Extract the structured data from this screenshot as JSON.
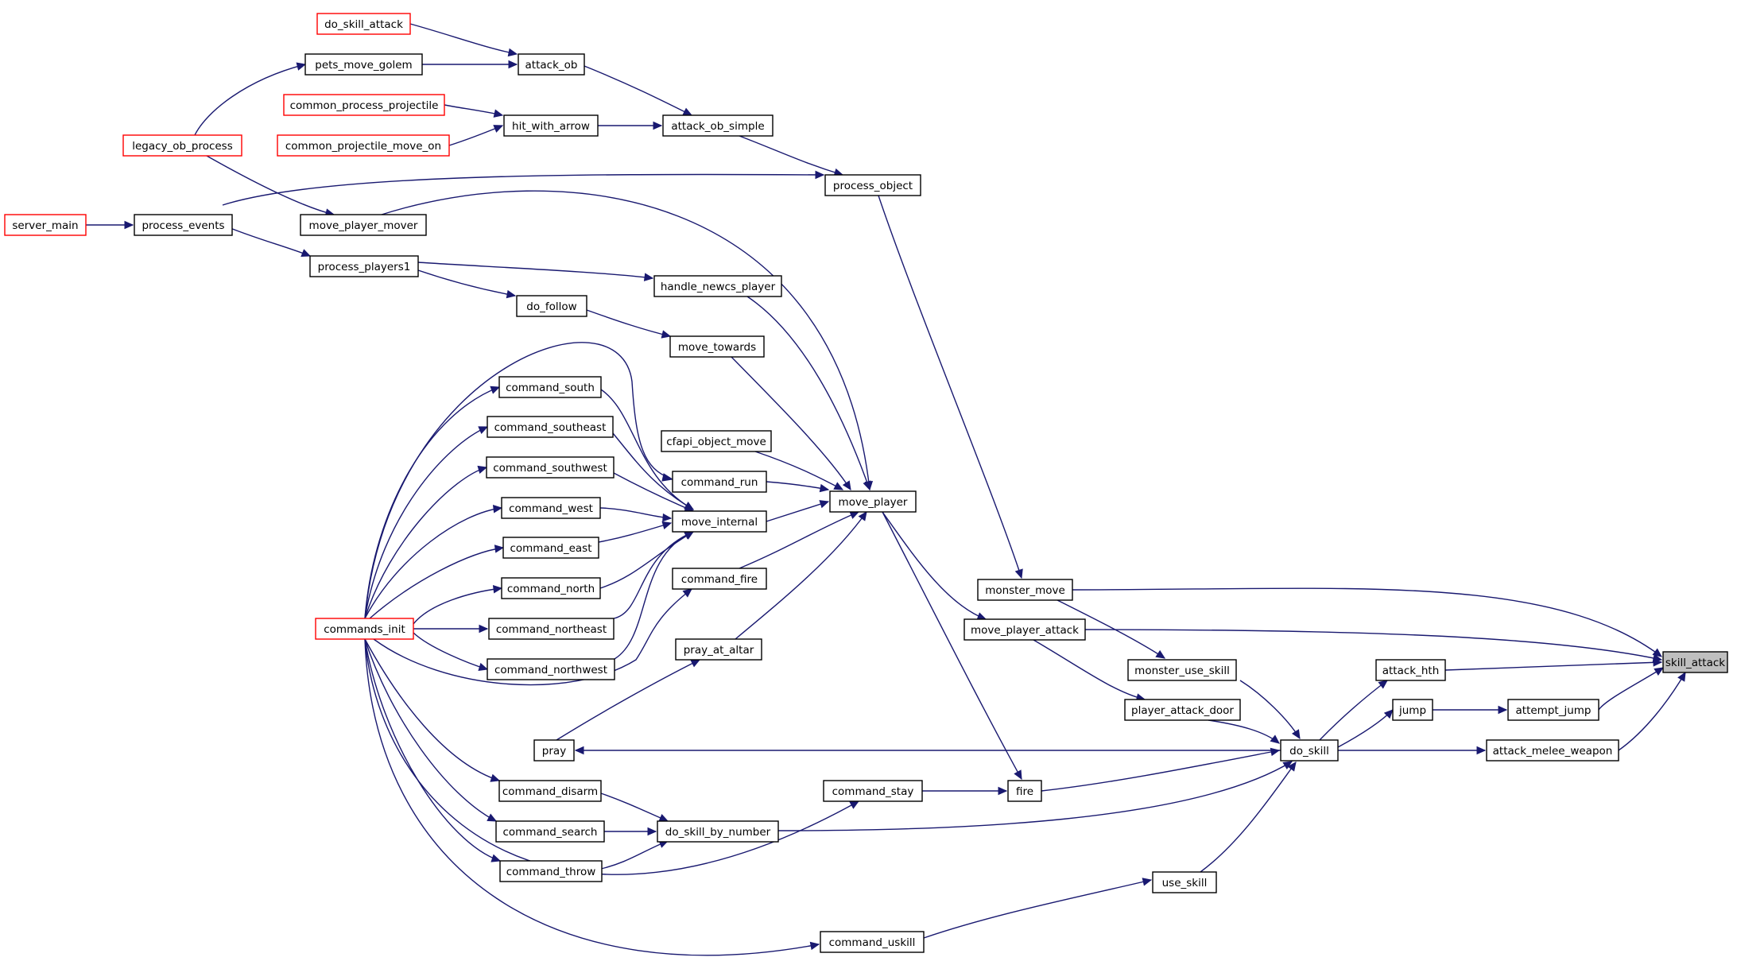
{
  "colors": {
    "edge": "#191970",
    "node_border": "#000000",
    "node_border_truncated": "#ff0000",
    "node_fill": "#ffffff",
    "focus_fill": "#bfbfbf"
  },
  "nodes": [
    {
      "id": "skill_attack",
      "label": "skill_attack",
      "style": "focus"
    },
    {
      "id": "monster_move",
      "label": "monster_move",
      "style": "normal"
    },
    {
      "id": "move_player_attack",
      "label": "move_player_attack",
      "style": "normal"
    },
    {
      "id": "attack_hth",
      "label": "attack_hth",
      "style": "normal"
    },
    {
      "id": "attempt_jump",
      "label": "attempt_jump",
      "style": "normal"
    },
    {
      "id": "attack_melee_weapon",
      "label": "attack_melee_weapon",
      "style": "normal"
    },
    {
      "id": "do_skill",
      "label": "do_skill",
      "style": "normal"
    },
    {
      "id": "jump",
      "label": "jump",
      "style": "normal"
    },
    {
      "id": "monster_use_skill",
      "label": "monster_use_skill",
      "style": "normal"
    },
    {
      "id": "player_attack_door",
      "label": "player_attack_door",
      "style": "normal"
    },
    {
      "id": "use_skill",
      "label": "use_skill",
      "style": "normal"
    },
    {
      "id": "fire",
      "label": "fire",
      "style": "normal"
    },
    {
      "id": "do_skill_by_number",
      "label": "do_skill_by_number",
      "style": "normal"
    },
    {
      "id": "pray",
      "label": "pray",
      "style": "normal"
    },
    {
      "id": "process_object",
      "label": "process_object",
      "style": "normal"
    },
    {
      "id": "move_player",
      "label": "move_player",
      "style": "normal"
    },
    {
      "id": "command_stay",
      "label": "command_stay",
      "style": "normal"
    },
    {
      "id": "command_uskill",
      "label": "command_uskill",
      "style": "normal"
    },
    {
      "id": "command_disarm",
      "label": "command_disarm",
      "style": "normal"
    },
    {
      "id": "command_search",
      "label": "command_search",
      "style": "normal"
    },
    {
      "id": "command_throw",
      "label": "command_throw",
      "style": "normal"
    },
    {
      "id": "pray_at_altar",
      "label": "pray_at_altar",
      "style": "normal"
    },
    {
      "id": "attack_ob_simple",
      "label": "attack_ob_simple",
      "style": "normal"
    },
    {
      "id": "process_events",
      "label": "process_events",
      "style": "normal"
    },
    {
      "id": "attack_ob",
      "label": "attack_ob",
      "style": "normal"
    },
    {
      "id": "hit_with_arrow",
      "label": "hit_with_arrow",
      "style": "normal"
    },
    {
      "id": "move_player_mover",
      "label": "move_player_mover",
      "style": "normal"
    },
    {
      "id": "handle_newcs_player",
      "label": "handle_newcs_player",
      "style": "normal"
    },
    {
      "id": "move_towards",
      "label": "move_towards",
      "style": "normal"
    },
    {
      "id": "cfapi_object_move",
      "label": "cfapi_object_move",
      "style": "normal"
    },
    {
      "id": "command_run",
      "label": "command_run",
      "style": "normal"
    },
    {
      "id": "move_internal",
      "label": "move_internal",
      "style": "normal"
    },
    {
      "id": "command_fire",
      "label": "command_fire",
      "style": "normal"
    },
    {
      "id": "do_follow",
      "label": "do_follow",
      "style": "normal"
    },
    {
      "id": "process_players1",
      "label": "process_players1",
      "style": "normal"
    },
    {
      "id": "command_south",
      "label": "command_south",
      "style": "normal"
    },
    {
      "id": "command_southeast",
      "label": "command_southeast",
      "style": "normal"
    },
    {
      "id": "command_southwest",
      "label": "command_southwest",
      "style": "normal"
    },
    {
      "id": "command_west",
      "label": "command_west",
      "style": "normal"
    },
    {
      "id": "command_east",
      "label": "command_east",
      "style": "normal"
    },
    {
      "id": "command_north",
      "label": "command_north",
      "style": "normal"
    },
    {
      "id": "command_northeast",
      "label": "command_northeast",
      "style": "normal"
    },
    {
      "id": "command_northwest",
      "label": "command_northwest",
      "style": "normal"
    },
    {
      "id": "commands_init",
      "label": "commands_init",
      "style": "truncated"
    },
    {
      "id": "server_main",
      "label": "server_main",
      "style": "truncated"
    },
    {
      "id": "legacy_ob_process",
      "label": "legacy_ob_process",
      "style": "truncated"
    },
    {
      "id": "do_skill_attack",
      "label": "do_skill_attack",
      "style": "truncated"
    },
    {
      "id": "pets_move_golem",
      "label": "pets_move_golem",
      "style": "normal"
    },
    {
      "id": "common_process_projectile",
      "label": "common_process_projectile",
      "style": "truncated"
    },
    {
      "id": "common_projectile_move_on",
      "label": "common_projectile_move_on",
      "style": "truncated"
    }
  ]
}
